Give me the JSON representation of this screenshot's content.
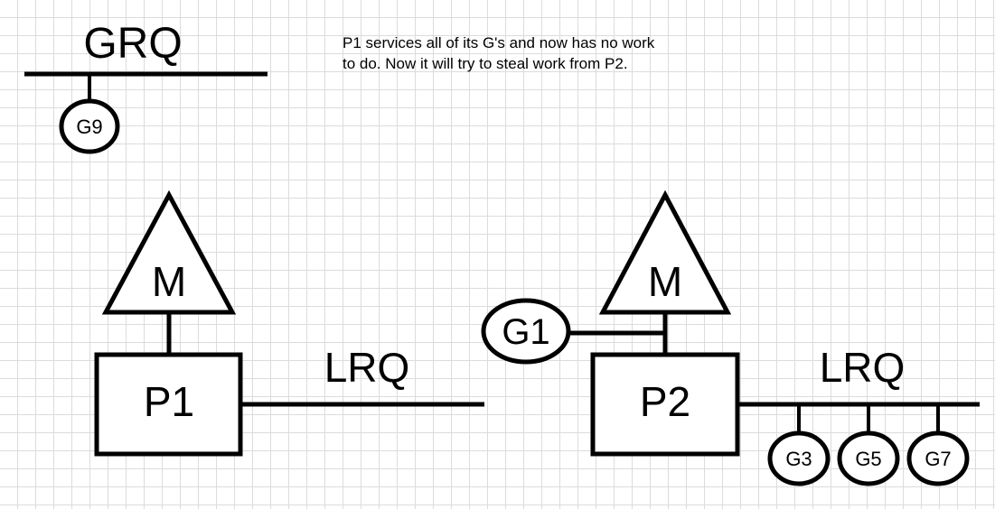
{
  "global_queue": {
    "label": "GRQ",
    "goroutines": [
      "G9"
    ]
  },
  "caption": {
    "line1": "P1 services all of its G's and now has no work",
    "line2": "to do. Now it will try to steal work from P2."
  },
  "processor_1": {
    "machine": "M",
    "label": "P1",
    "queue_label": "LRQ",
    "queue_goroutines": []
  },
  "processor_2": {
    "machine": "M",
    "label": "P2",
    "running": "G1",
    "queue_label": "LRQ",
    "queue_goroutines": [
      "G3",
      "G5",
      "G7"
    ]
  },
  "colors": {
    "stroke": "#000000",
    "fill": "#ffffff",
    "grid": "#dcdcdc"
  }
}
